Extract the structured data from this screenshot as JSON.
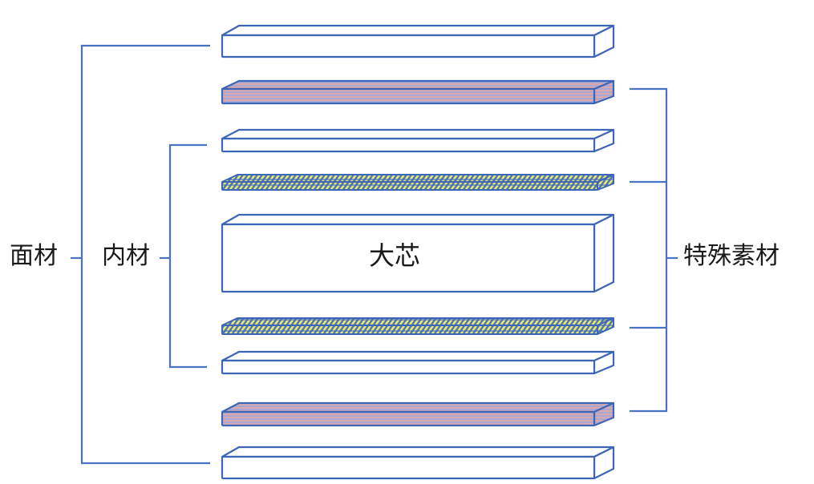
{
  "diagram": {
    "title": "",
    "colors": {
      "line": "#4a72c4",
      "outline": "#3e66b8",
      "plain_fill": "#ffffff",
      "veneer_stripe_a": "#d9a9ae",
      "veneer_stripe_b": "#a8a6d0",
      "special_yellow": "#e8ea6a",
      "special_blue": "#4a72c4",
      "text": "#1a1a1a"
    },
    "labels": {
      "face_material": "面材",
      "inner_material": "内材",
      "special_material": "特殊素材",
      "core": "大芯"
    },
    "layers": [
      {
        "id": "face-top",
        "type": "plain",
        "group": "面材"
      },
      {
        "id": "special-veneer-top",
        "type": "veneer",
        "group": "特殊素材"
      },
      {
        "id": "inner-top",
        "type": "plain",
        "group": "内材"
      },
      {
        "id": "special-mesh-top",
        "type": "mesh",
        "group": "特殊素材"
      },
      {
        "id": "core",
        "type": "core",
        "group": "大芯",
        "text": "大芯"
      },
      {
        "id": "special-mesh-bottom",
        "type": "mesh",
        "group": "特殊素材"
      },
      {
        "id": "inner-bottom",
        "type": "plain",
        "group": "内材"
      },
      {
        "id": "special-veneer-bottom",
        "type": "veneer",
        "group": "特殊素材"
      },
      {
        "id": "face-bottom",
        "type": "plain",
        "group": "面材"
      }
    ]
  }
}
